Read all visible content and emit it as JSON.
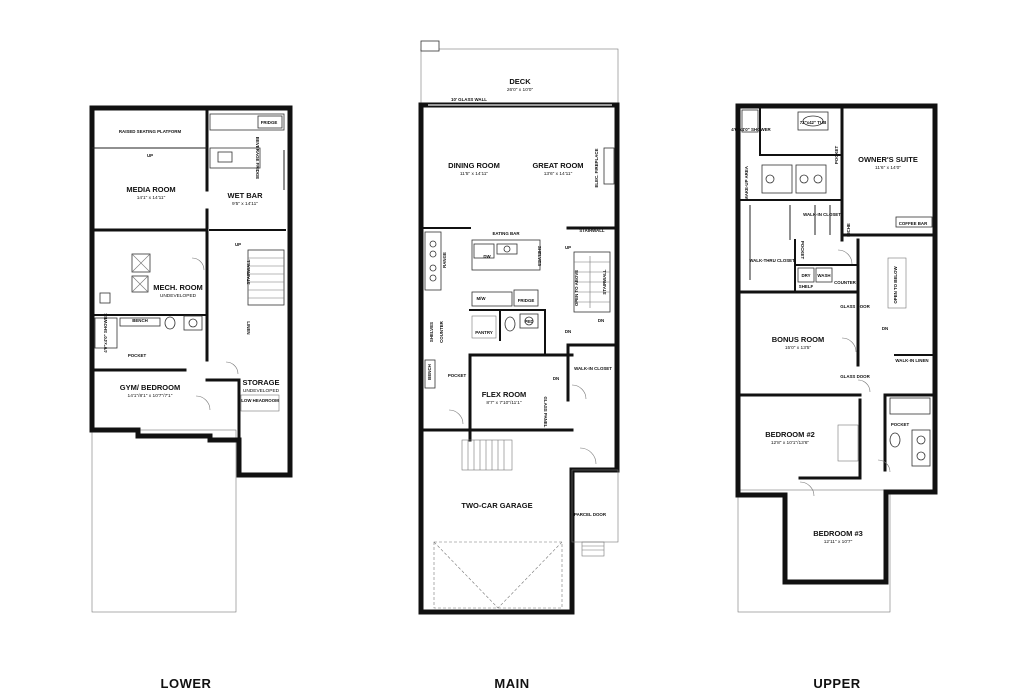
{
  "floors": {
    "lower": "LOWER",
    "main": "MAIN",
    "upper": "UPPER"
  },
  "lower": {
    "raised_platform": "RAISED SEATING PLATFORM",
    "up": "UP",
    "fridge": "FRIDGE",
    "beverage_fridge": "BEVERAGE FRIDGE",
    "media_room": {
      "name": "MEDIA ROOM",
      "dims": "14'1\" x 14'11\""
    },
    "wet_bar": {
      "name": "WET BAR",
      "dims": "9'5\" x 14'11\""
    },
    "up2": "UP",
    "stairwall": "STAIRWALL",
    "mech_room": {
      "name": "MECH. ROOM",
      "note": "UNDEVELOPED"
    },
    "bench": "BENCH",
    "shower": "4'0\"x4'0\" SHOWER",
    "pocket": "POCKET",
    "linen": "LINEN",
    "gym": {
      "name": "GYM/ BEDROOM",
      "dims": "14'1\"/8'1\" x 10'7\"/7'1\""
    },
    "storage": {
      "name": "STORAGE",
      "note": "UNDEVELOPED"
    },
    "low_headroom": "LOW HEADROOM"
  },
  "main": {
    "deck": {
      "name": "DECK",
      "dims": "26'0\" x 10'0\""
    },
    "glass_wall": "10' GLASS WALL",
    "dining": {
      "name": "DINING ROOM",
      "dims": "11'5\" x 14'11\""
    },
    "great": {
      "name": "GREAT ROOM",
      "dims": "13'6\" x 14'11\""
    },
    "fireplace": "ELEC. FIREPLACE",
    "eating_bar": "EATING BAR",
    "stairwall": "STAIRWALL",
    "dw": "DW",
    "shelves": "SHELVES",
    "range": "RANGE",
    "up": "UP",
    "open_to_above": "OPEN TO ABOVE",
    "stairwall2": "STAIRWALL",
    "mw": "M/W",
    "fridge": "FRIDGE",
    "ped": "PED",
    "pantry": "PANTRY",
    "shelves2": "SHELVES",
    "counter": "COUNTER",
    "dn": "DN",
    "dn2": "DN",
    "bench": "BENCH",
    "pocket": "POCKET",
    "flex": {
      "name": "FLEX ROOM",
      "dims": "8'7\" x 7'10\"/11'1\""
    },
    "walk_in": "WALK-IN CLOSET",
    "dn3": "DN",
    "glass_panel": "GLASS PANEL",
    "garage": {
      "name": "TWO-CAR GARAGE"
    },
    "parcel_door": "PARCEL DOOR"
  },
  "upper": {
    "shower": "4'0\"x4'0\" SHOWER",
    "tub": "72\"x42\" TUB",
    "pocket": "POCKET",
    "owners": {
      "name": "OWNER'S SUITE",
      "dims": "11'6\" x 14'0\""
    },
    "makeup": "MAKE-UP AREA",
    "walk_in": "WALK-IN CLOSET",
    "niche": "NICHE",
    "coffee_bar": "COFFEE BAR",
    "walk_thru": "WALK-THRU CLOSET",
    "pocket2": "POCKET",
    "dry": "DRY",
    "wash": "WASH",
    "shelf": "SHELF",
    "counter": "COUNTER",
    "open_to_below": "OPEN TO BELOW",
    "glass_door": "GLASS DOOR",
    "dn": "DN",
    "bonus": {
      "name": "BONUS ROOM",
      "dims": "15'0\" x 13'5\""
    },
    "walk_in_linen": "WALK-IN LINEN",
    "glass_door2": "GLASS DOOR",
    "bedroom2": {
      "name": "BEDROOM #2",
      "dims": "12'8\" x 10'1\"/13'6\""
    },
    "pocket3": "POCKET",
    "bedroom3": {
      "name": "BEDROOM #3",
      "dims": "12'11\" x 10'7\""
    }
  }
}
